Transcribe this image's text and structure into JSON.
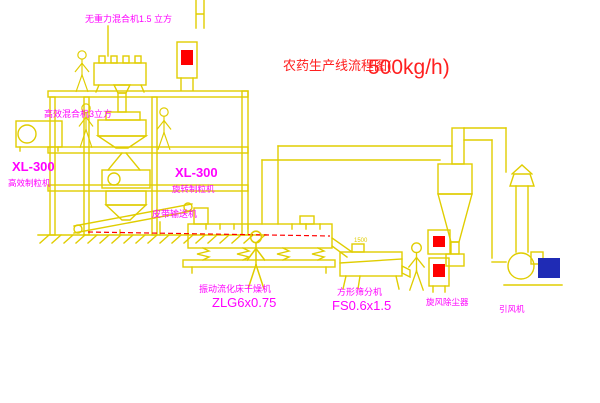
{
  "colors": {
    "background": "#ffffff",
    "line_yellow": "#e0cd00",
    "label_magenta": "#ff00ff",
    "title_red": "#ff2020",
    "indicator_red": "#ff0000",
    "motor_blue": "#1f2bb5"
  },
  "title": {
    "name": "农药生产线流程图(",
    "capacity": "500kg/h)"
  },
  "labels": {
    "top_mixer": "无重力混合机1.5 立方",
    "mixer2": "高效混合机3立方",
    "granulator_left_model": "XL-300",
    "granulator_left_name": "高效制粒机",
    "granulator_center_model": "XL-300",
    "granulator_center_name": "旋转制粒机",
    "conveyor": "皮带输送机",
    "dryer_name": "振动流化床干燥机",
    "dryer_model": "ZLG6x0.75",
    "sieve_name": "方形筛分机",
    "sieve_model": "FS0.6x1.5",
    "sieve_dim": "1500",
    "cyclone": "旋风除尘器",
    "fan": "引风机"
  }
}
